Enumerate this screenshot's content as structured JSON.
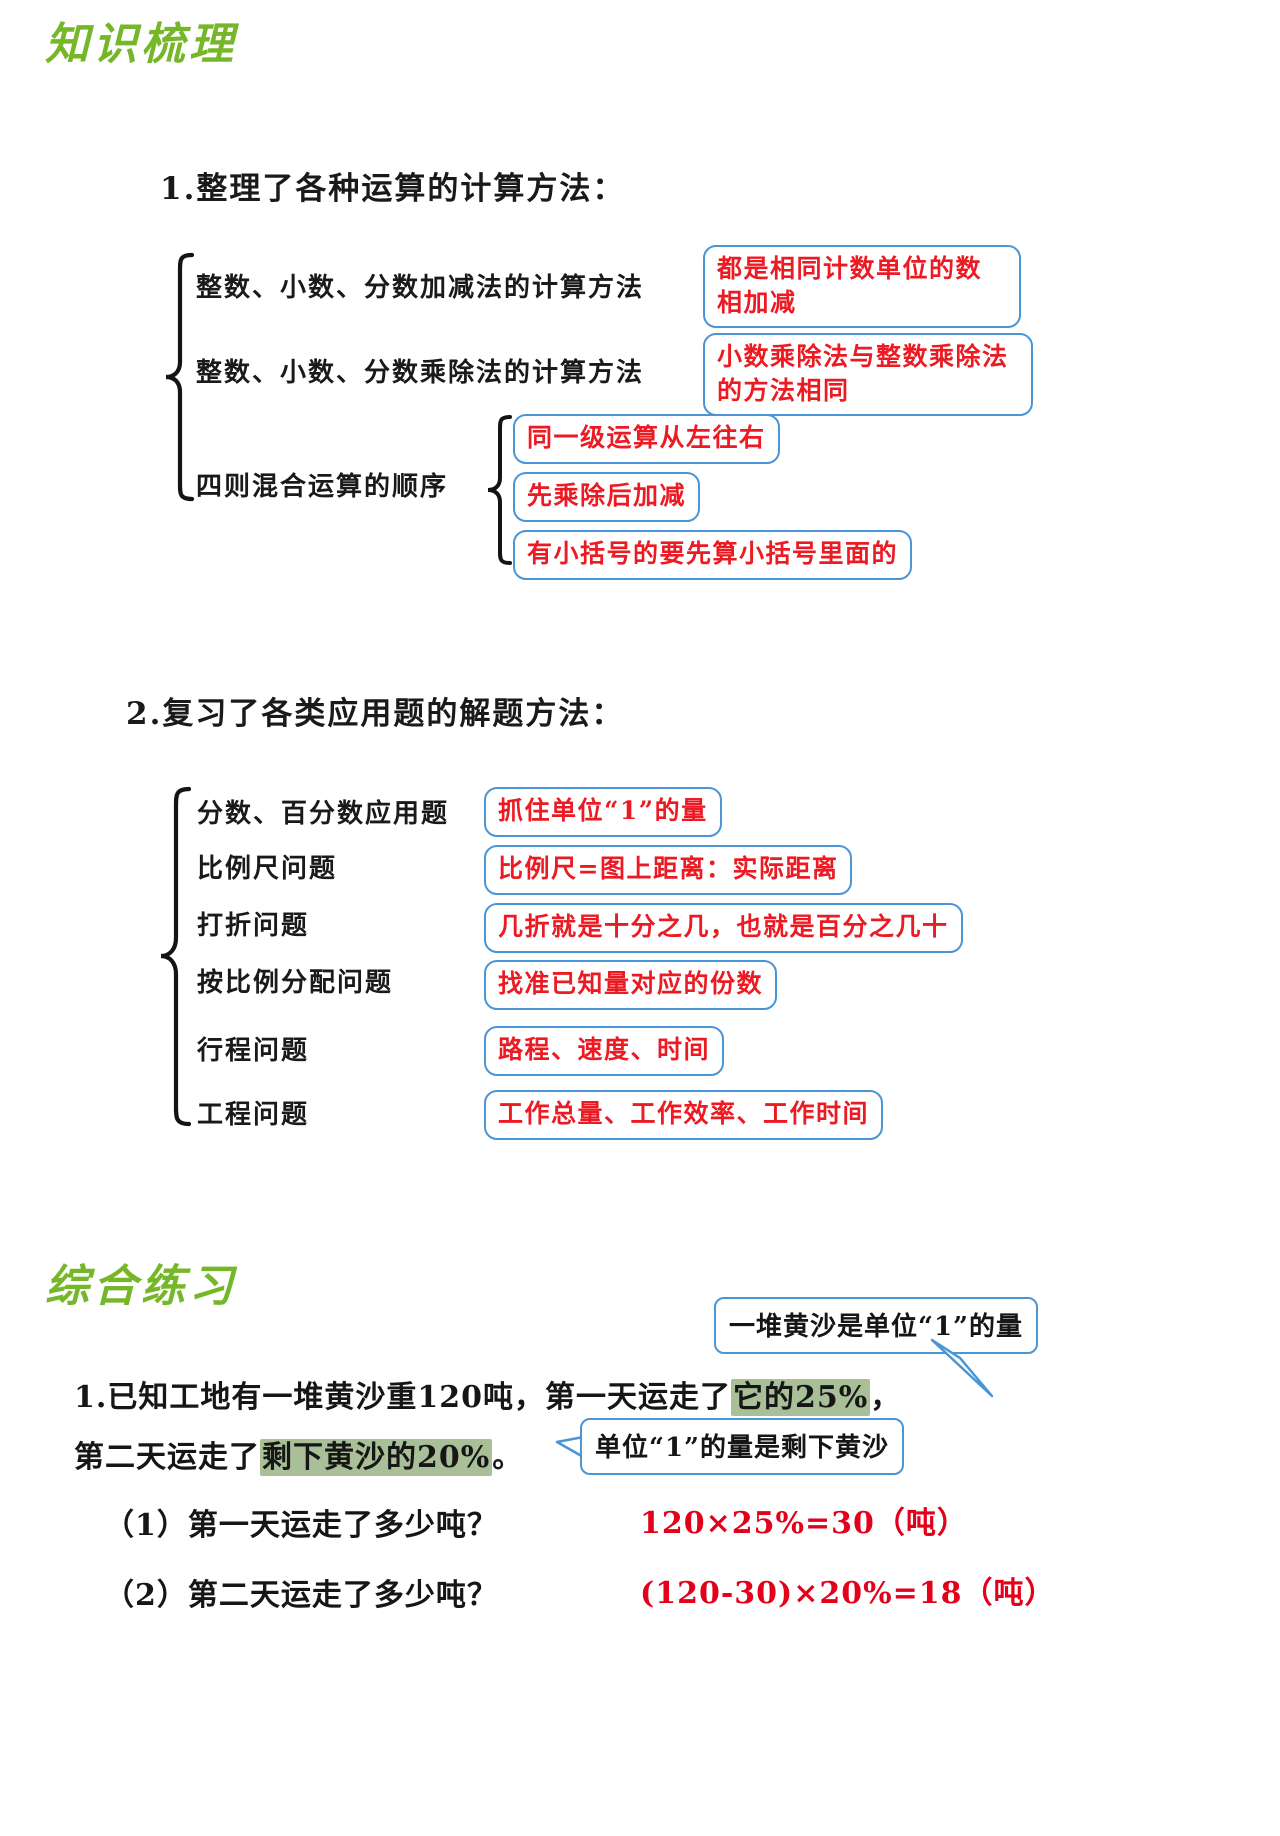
{
  "headings": {
    "knowledge": "知识梳理",
    "practice": "综合练习"
  },
  "section1": {
    "title": "1.整理了各种运算的计算方法：",
    "items": [
      {
        "label": "整数、小数、分数加减法的计算方法",
        "note": "都是相同计数单位的数相加减"
      },
      {
        "label": "整数、小数、分数乘除法的计算方法",
        "note": "小数乘除法与整数乘除法的方法相同"
      },
      {
        "label": "四则混合运算的顺序",
        "sub_notes": [
          "同一级运算从左往右",
          "先乘除后加减",
          "有小括号的要先算小括号里面的"
        ]
      }
    ]
  },
  "section2": {
    "title": "2.复习了各类应用题的解题方法：",
    "rows": [
      {
        "label": "分数、百分数应用题",
        "note": "抓住单位“1”的量"
      },
      {
        "label": "比例尺问题",
        "note": "比例尺=图上距离：实际距离"
      },
      {
        "label": "打折问题",
        "note": "几折就是十分之几，也就是百分之几十"
      },
      {
        "label": "按比例分配问题",
        "note": "找准已知量对应的份数"
      },
      {
        "label": "行程问题",
        "note": "路程、速度、时间"
      },
      {
        "label": "工程问题",
        "note": "工作总量、工作效率、工作时间"
      }
    ]
  },
  "exercise": {
    "number": "1.",
    "line1_a": "已知工地有一堆黄沙重120吨，第一天运走了",
    "line1_hl": "它的25%",
    "line1_b": "，",
    "line2_a": "第二天运走了",
    "line2_hl": "剩下黄沙的20%",
    "line2_b": "。",
    "callout_top": "一堆黄沙是单位“1”的量",
    "callout_bottom": "单位“1”的量是剩下黄沙",
    "questions": [
      {
        "q": "（1）第一天运走了多少吨？",
        "a": "120×25%=30（吨）"
      },
      {
        "q": "（2）第二天运走了多少吨？",
        "a": "(120-30)×20%=18（吨）"
      }
    ]
  },
  "colors": {
    "heading_green": "#76b72a",
    "note_red": "#ec1b23",
    "box_blue": "#4a95d6",
    "highlight_green": "#a9bf97",
    "answer_red": "#e2001a"
  }
}
